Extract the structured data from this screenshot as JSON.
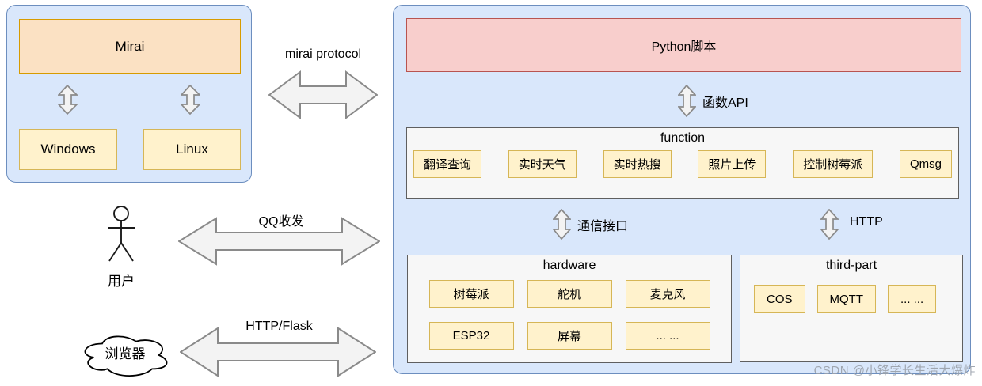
{
  "colors": {
    "panel_fill": "#d9e7fb",
    "panel_stroke": "#6c8ebf",
    "orange_fill": "#fbe1c3",
    "orange_stroke": "#d79b00",
    "yellow_fill": "#fff2cc",
    "yellow_stroke": "#d6b656",
    "red_fill": "#f8cecc",
    "red_stroke": "#b85450",
    "group_fill": "#f7f7f7",
    "group_stroke": "#5f5f5f",
    "arrow_fill": "#f3f3f3",
    "arrow_stroke": "#8a8a8a",
    "ink": "#000000",
    "watermark": "#9ca3ad"
  },
  "left_panel": {
    "mirai": "Mirai",
    "windows": "Windows",
    "linux": "Linux"
  },
  "actors": {
    "user": "用户",
    "browser": "浏览器"
  },
  "connections": {
    "mirai_protocol": "mirai protocol",
    "qq": "QQ收发",
    "http_flask": "HTTP/Flask",
    "function_api": "函数API",
    "comm_interface": "通信接口",
    "http": "HTTP"
  },
  "right_panel": {
    "python": "Python脚本",
    "function": {
      "title": "function",
      "items": [
        "翻译查询",
        "实时天气",
        "实时热搜",
        "照片上传",
        "控制树莓派",
        "Qmsg"
      ]
    },
    "hardware": {
      "title": "hardware",
      "items": [
        "树莓派",
        "舵机",
        "麦克风",
        "ESP32",
        "屏幕",
        "... ..."
      ]
    },
    "third_part": {
      "title": "third-part",
      "items": [
        "COS",
        "MQTT",
        "... ..."
      ]
    }
  },
  "watermark": "CSDN @小锋学长生活大爆炸"
}
